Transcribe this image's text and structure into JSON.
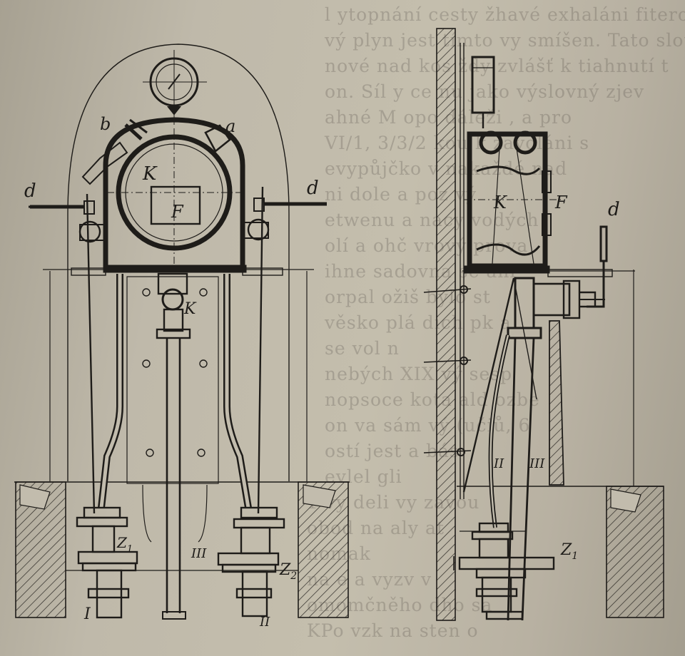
{
  "colors": {
    "paper": "#c2bcad",
    "ink": "#1e1c19",
    "bleed_text": "#5a544a"
  },
  "bleed_lines": [
    "l ytopnání cesty žhavé exhaláni  fiterové a po",
    "vý plyn  jest tímto vy smíšen. Tato slouží",
    "nové nad kos  ždy zvlášť k tiahnutí  t",
    "on. Síl y ce  nu  jako výslovný  zjev",
    "ahné M opo  dáleži   ,  a  pro",
    "VI/1, 3/3/2   kou k  zavoláni  s",
    "evypůjčko  v  nakaždé nad",
    "ni dole  a poz vý",
    "etwenu a  nacy vodých",
    "olí a ohč  vrový prova",
    "ihne   sadovna se  ani",
    "orpal  ožiš   bylo  st",
    "věsko   plá    dich pk  a",
    "se   vol  n",
    "nebých  XIX  vý  sesp",
    "nopsoce  kota    ald ozbe",
    "on  va sám  vý  (učiů, 6",
    "ostí  jest   a  bás",
    "evlel  gli",
    "   1 vy deli  vy  zavou",
    "  obod na   aly  at",
    "           nomak",
    "   na e  a vyzv  v",
    "  omomčněho  dho  sa",
    "  KPo vzk   na  sten o"
  ],
  "labels": {
    "left_a": "a",
    "left_b": "b",
    "left_K_top": "K",
    "left_F": "F",
    "left_d_left": "d",
    "left_d_right": "d",
    "left_K_center": "K",
    "left_Z_left": "Z",
    "left_Z_left_sub": "1",
    "left_Z_right": "Z",
    "left_Z_right_sub": "2",
    "left_III": "III",
    "left_I": "I",
    "left_II": "II",
    "right_K": "K",
    "right_F": "F",
    "right_d": "d",
    "right_II": "II",
    "right_III": "III",
    "right_Z": "Z",
    "right_Z_sub": "1"
  }
}
